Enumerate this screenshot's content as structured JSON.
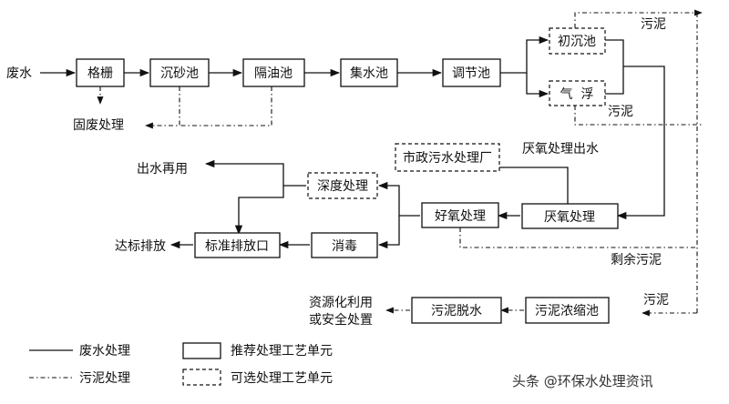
{
  "units": {
    "grid": "格栅",
    "grit": "沉砂池",
    "oil": "隔油池",
    "collect": "集水池",
    "adjust": "调节池",
    "primary": "初沉池",
    "flotation": "气  浮",
    "municipal": "市政污水处理厂",
    "advanced": "深度处理",
    "aerobic": "好氧处理",
    "anaerobic": "厌氧处理",
    "disinfect": "消毒",
    "outlet": "标准排放口",
    "dewater": "污泥脱水",
    "thicken": "污泥浓缩池"
  },
  "labels": {
    "wastewater": "废水",
    "solid_waste": "固废处理",
    "sludge_top": "污泥",
    "sludge_mid": "污泥",
    "anaerobic_effluent": "厌氧处理出水",
    "reuse": "出水再用",
    "discharge": "达标排放",
    "excess_sludge": "剩余污泥",
    "sludge_right": "污泥",
    "resource_1": "资源化利用",
    "resource_2": "或安全处置"
  },
  "legend": {
    "wastewater_line": "废水处理",
    "sludge_line": "污泥处理",
    "recommended_unit": "推荐处理工艺单元",
    "optional_unit": "可选处理工艺单元"
  },
  "watermark": "头条 @环保水处理资讯"
}
